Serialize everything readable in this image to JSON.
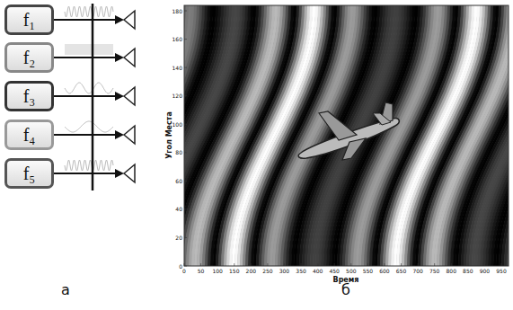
{
  "diagram": {
    "nodes": [
      {
        "text": [
          "f₁"
        ]
      },
      {
        "text": [
          "f₂"
        ]
      },
      {
        "text": [
          "f₃"
        ]
      },
      {
        "text": [
          "f₄"
        ]
      },
      {
        "text": [
          "f₅"
        ]
      }
    ],
    "labels": [
      "а",
      "б",
      "Угол Места",
      "Время",
      "0",
      "50",
      "100",
      "150",
      "200",
      "250",
      "300",
      "350",
      "400",
      "450",
      "500",
      "550",
      "600",
      "650",
      "700",
      "750",
      "800",
      "850",
      "900",
      "950",
      "0",
      "20",
      "40",
      "60",
      "80",
      "100",
      "120",
      "140",
      "160",
      "180"
    ]
  }
}
